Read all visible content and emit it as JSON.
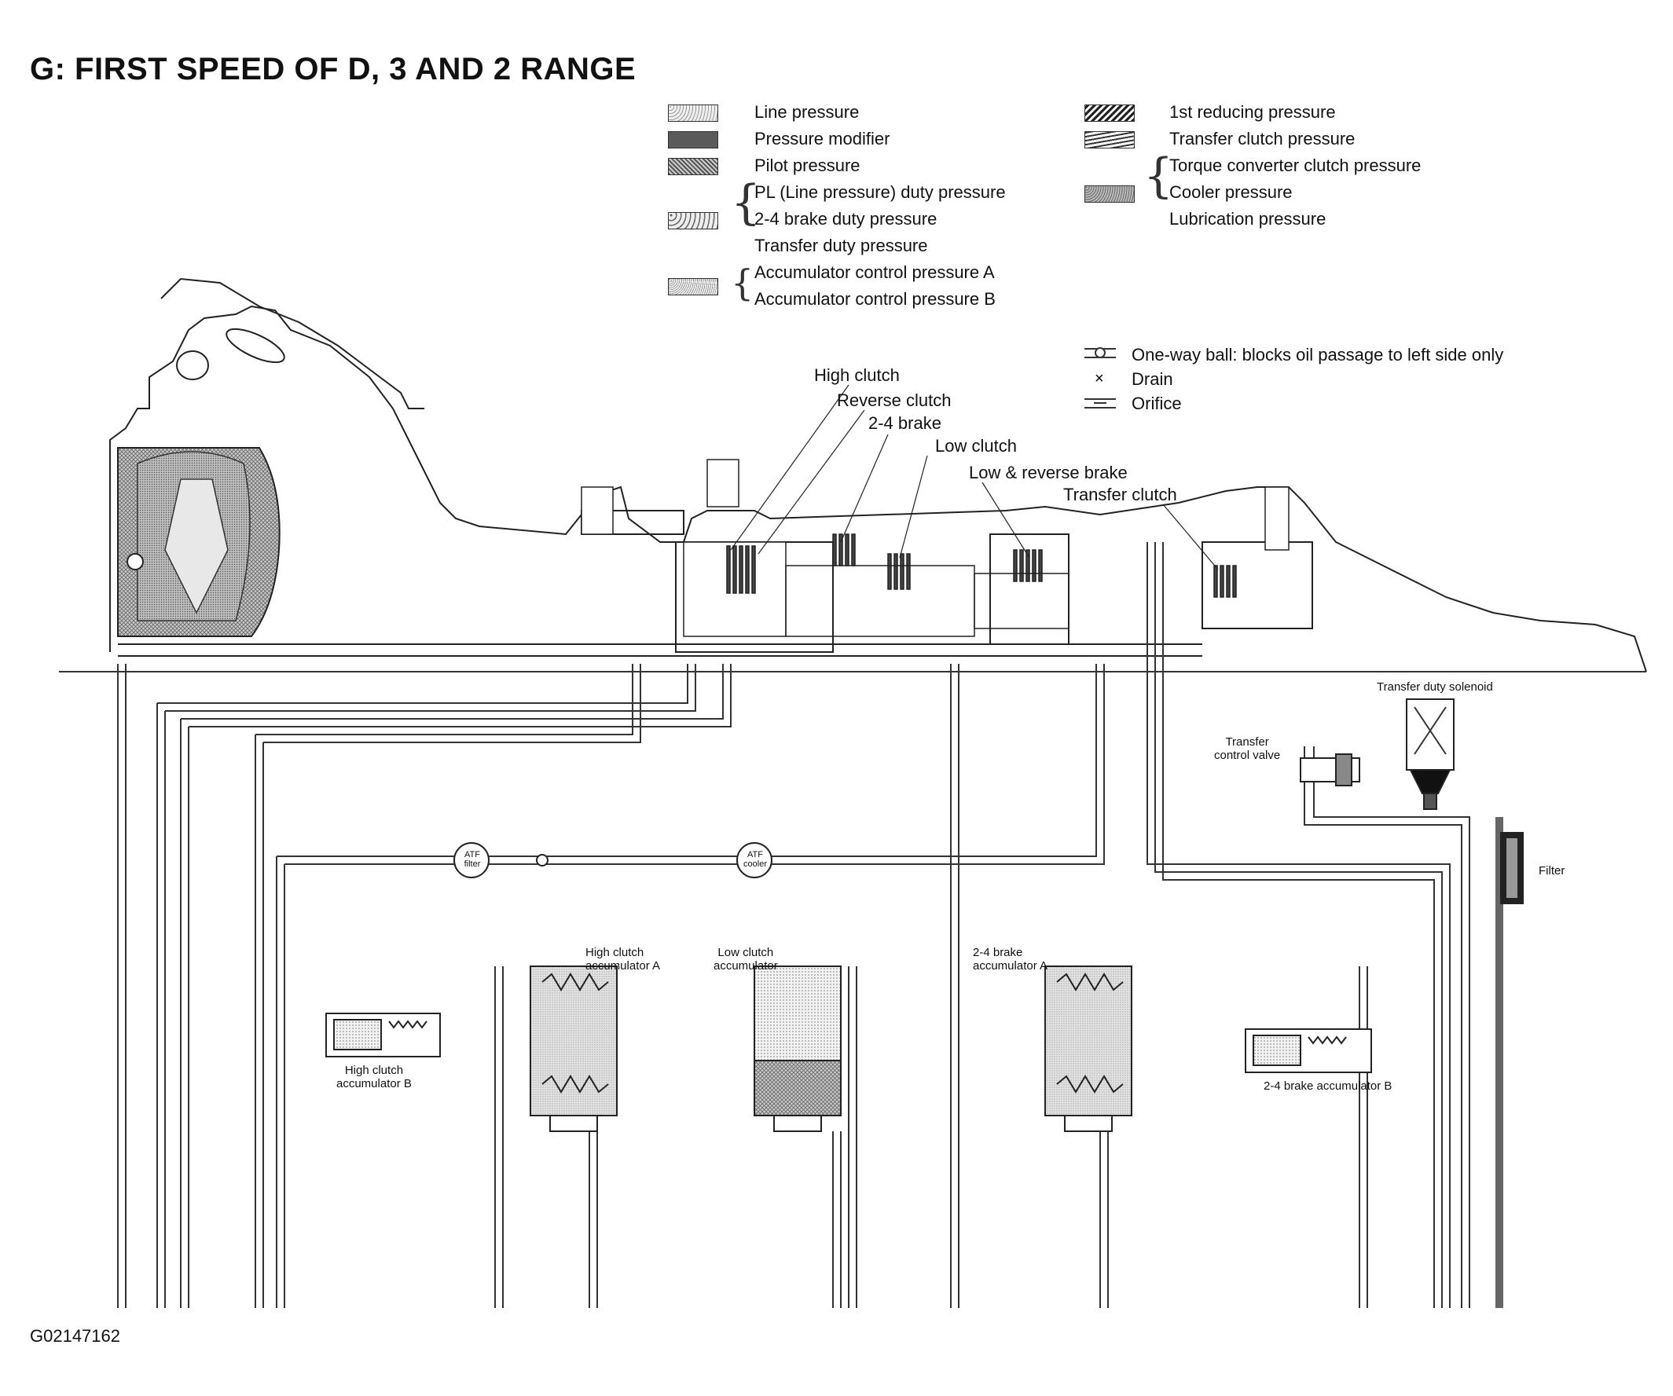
{
  "title": "G: FIRST SPEED OF D, 3 AND 2 RANGE",
  "figure_id": "G02147162",
  "legend_left": [
    {
      "label": "Line pressure",
      "pattern": "light-dots"
    },
    {
      "label": "Pressure modifier",
      "pattern": "dark"
    },
    {
      "label": "Pilot pressure",
      "pattern": "crosshatch"
    }
  ],
  "legend_duty": {
    "pattern": "coarse-dots",
    "items": [
      "PL (Line pressure) duty pressure",
      "2-4 brake duty pressure",
      "Transfer duty pressure"
    ]
  },
  "legend_accum": {
    "pattern": "fine-dots",
    "items": [
      "Accumulator control pressure A",
      "Accumulator control pressure B"
    ]
  },
  "legend_right": [
    {
      "label": "1st reducing pressure",
      "pattern": "diagonal"
    },
    {
      "label": "Transfer clutch pressure",
      "pattern": "wavy"
    }
  ],
  "legend_cooler": {
    "pattern": "medium-gray",
    "items": [
      "Torque converter clutch pressure",
      "Cooler pressure",
      "Lubrication pressure"
    ]
  },
  "symbols": [
    {
      "icon": "one-way-ball",
      "label": "One-way ball: blocks oil passage to left side only"
    },
    {
      "icon": "drain-x",
      "label": "Drain"
    },
    {
      "icon": "orifice",
      "label": "Orifice"
    }
  ],
  "component_labels": {
    "high_clutch": "High clutch",
    "reverse_clutch": "Reverse clutch",
    "brake_24": "2-4 brake",
    "low_clutch": "Low clutch",
    "low_reverse_brake": "Low & reverse brake",
    "transfer_clutch": "Transfer clutch",
    "transfer_duty_solenoid": "Transfer duty solenoid",
    "transfer_control_valve": [
      "Transfer",
      "control valve"
    ],
    "filter": "Filter",
    "atf_filter": [
      "ATF",
      "filter"
    ],
    "atf_cooler": [
      "ATF",
      "cooler"
    ],
    "high_clutch_acc_a": [
      "High clutch",
      "accumulator A"
    ],
    "high_clutch_acc_b": [
      "High clutch",
      "accumulator B"
    ],
    "low_clutch_acc": [
      "Low clutch",
      "accumulator"
    ],
    "brake_acc_a": [
      "2-4 brake",
      "accumulator A"
    ],
    "brake_acc_b": "2-4 brake accumulator B"
  }
}
